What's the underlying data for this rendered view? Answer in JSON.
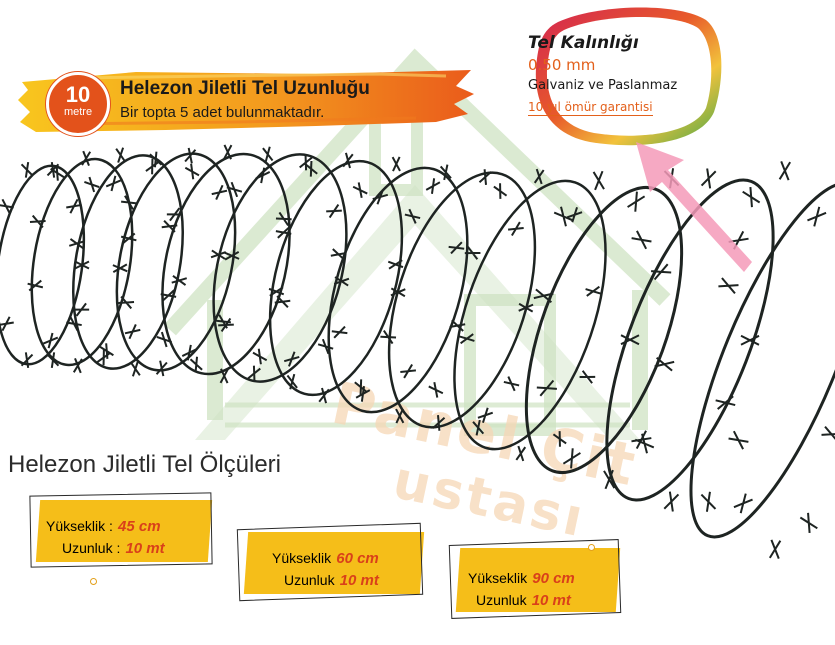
{
  "length_banner": {
    "badge_number": "10",
    "badge_unit": "metre",
    "title": "Helezon Jiletli Tel Uzunluğu",
    "subtitle": "Bir topta 5 adet bulunmaktadır."
  },
  "thickness": {
    "title": "Tel Kalınlığı",
    "value": "0.50 mm",
    "material": "Galvaniz ve Paslanmaz",
    "warranty": "10 yıl ömür garantisi"
  },
  "watermark": {
    "line1": "Panel Çit",
    "line2": "ustası"
  },
  "measurements": {
    "title": "Helezon Jiletli Tel Ölçüleri",
    "cards": [
      {
        "height_label": "Yükseklik :",
        "height_value": "45 cm",
        "length_label": "Uzunluk :",
        "length_value": "10 mt"
      },
      {
        "height_label": "Yükseklik",
        "height_value": "60 cm",
        "length_label": "Uzunluk",
        "length_value": "10 mt"
      },
      {
        "height_label": "Yükseklik",
        "height_value": "90 cm",
        "length_label": "Uzunluk",
        "length_value": "10 mt"
      }
    ]
  },
  "colors": {
    "accent_orange": "#e3521b",
    "card_yellow": "#f5be19",
    "value_red": "#d9401a",
    "wire_dark": "#1e2422",
    "watermark_green": "#cfe3c3",
    "arrow_pink": "#f59ab8"
  },
  "icons": {
    "arrow": "pink-arrow-icon",
    "house": "house-watermark-icon"
  }
}
